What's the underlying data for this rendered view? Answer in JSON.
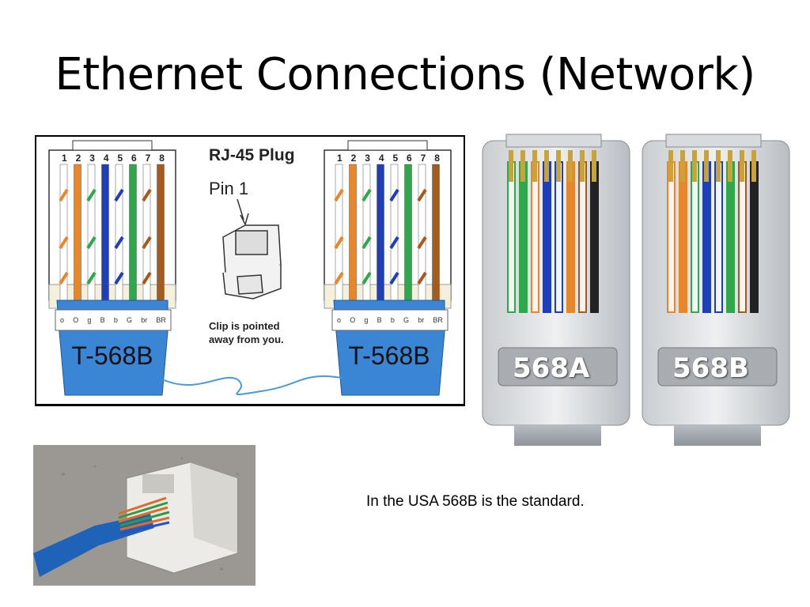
{
  "slide": {
    "title": "Ethernet Connections (Network)",
    "caption": "In the USA 568B is the standard."
  },
  "diagram": {
    "heading": "RJ-45 Plug",
    "pin_label": "Pin 1",
    "clip_note_line1": "Clip is pointed",
    "clip_note_line2": "away from you.",
    "left_standard": "T-568B",
    "right_standard": "T-568B",
    "pin_numbers": [
      "1",
      "2",
      "3",
      "4",
      "5",
      "6",
      "7",
      "8"
    ],
    "color_codes": [
      "o",
      "O",
      "g",
      "B",
      "b",
      "G",
      "br",
      "BR"
    ]
  },
  "photo": {
    "left_plug_label": "568A",
    "right_plug_label": "568B"
  },
  "colors": {
    "orange": "#e8862a",
    "green": "#2ea84a",
    "blue": "#1f3fb8",
    "brown": "#a55a1e",
    "jacket_blue": "#3a86d4"
  }
}
